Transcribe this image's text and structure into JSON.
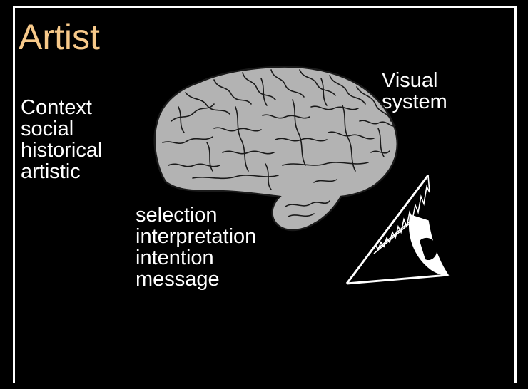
{
  "slide": {
    "title": "Artist",
    "colors": {
      "background": "#000000",
      "title": "#f7c98a",
      "text": "#ffffff",
      "brain": "#b3b3b3"
    },
    "context_lines": [
      "Context",
      "social",
      "historical",
      "artistic"
    ],
    "process_lines": [
      "selection",
      "interpretation",
      "intention",
      "message"
    ],
    "visual_lines": [
      "Visual",
      "system"
    ]
  }
}
